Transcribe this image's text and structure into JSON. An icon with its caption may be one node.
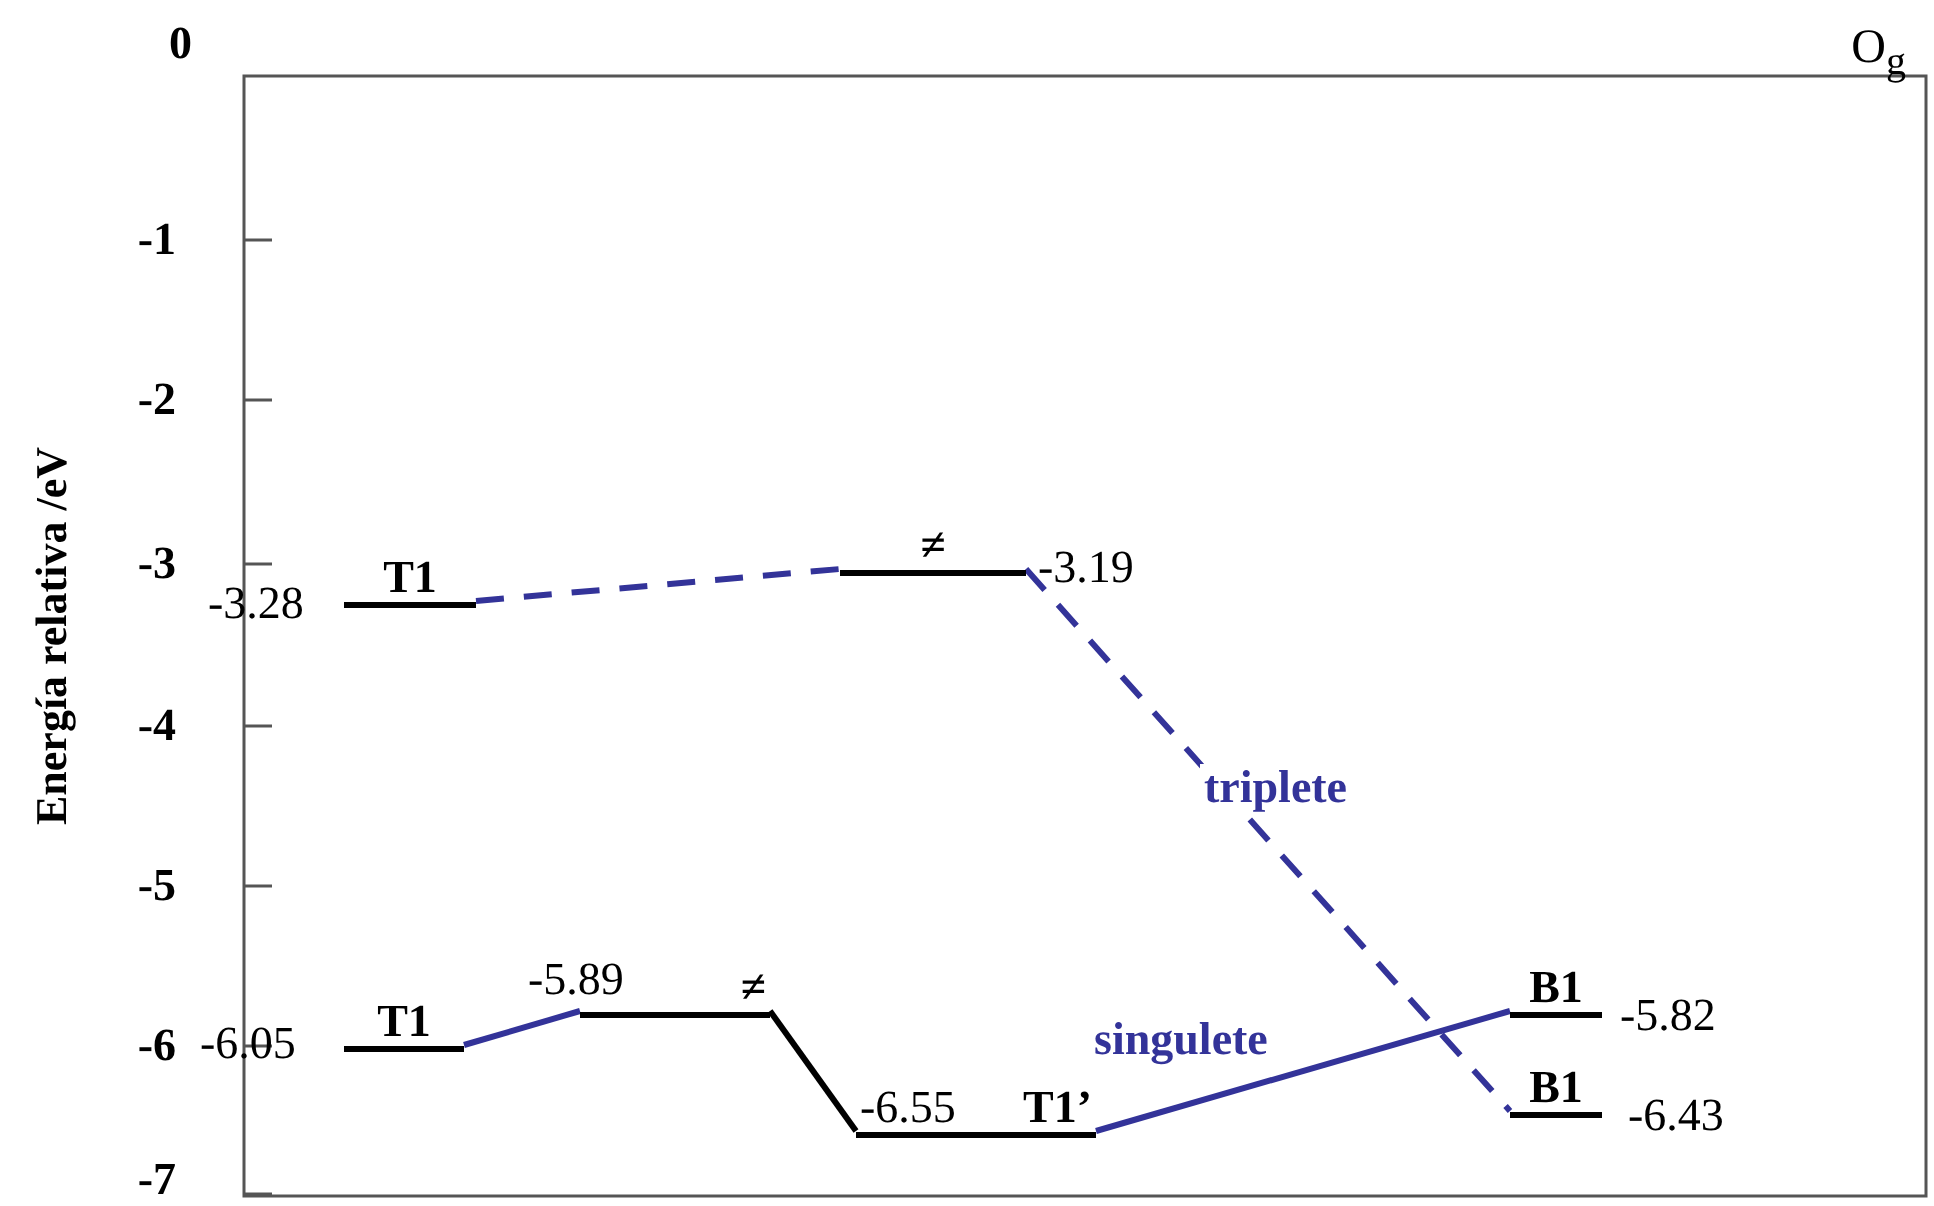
{
  "diagram": {
    "nodes": [
      {
        "text": [
          "T1"
        ],
        "beside": [
          "-3.28"
        ]
      },
      {
        "text": [
          "≠"
        ],
        "beside": [
          "-3.19"
        ]
      },
      {
        "text": [
          "T1"
        ],
        "beside": [
          "-6.05"
        ]
      },
      {
        "text": [
          "≠"
        ],
        "beside": [
          "-5.89"
        ]
      },
      {
        "text": [
          "-6.55",
          "T1’"
        ]
      },
      {
        "text": [
          "B1"
        ],
        "beside": [
          "-5.82"
        ]
      },
      {
        "text": [
          "B1"
        ],
        "beside": [
          "-6.43"
        ]
      }
    ],
    "edges": [
      {
        "from": 0,
        "to": 1,
        "arrow": "none",
        "style": "dashed"
      },
      {
        "from": 1,
        "to": 6,
        "arrow": "none",
        "style": "dashed",
        "label": "triplete"
      },
      {
        "from": 2,
        "to": 3,
        "arrow": "none"
      },
      {
        "from": 3,
        "to": 4,
        "arrow": "none",
        "color": "#000000"
      },
      {
        "from": 4,
        "to": 5,
        "arrow": "none",
        "label": "singulete"
      }
    ],
    "labels": [
      "0",
      "O$_{g}$",
      "-1",
      "-2",
      "-3",
      "-4",
      "-5",
      "-6",
      "-7",
      "Energía relativa /eV"
    ]
  }
}
